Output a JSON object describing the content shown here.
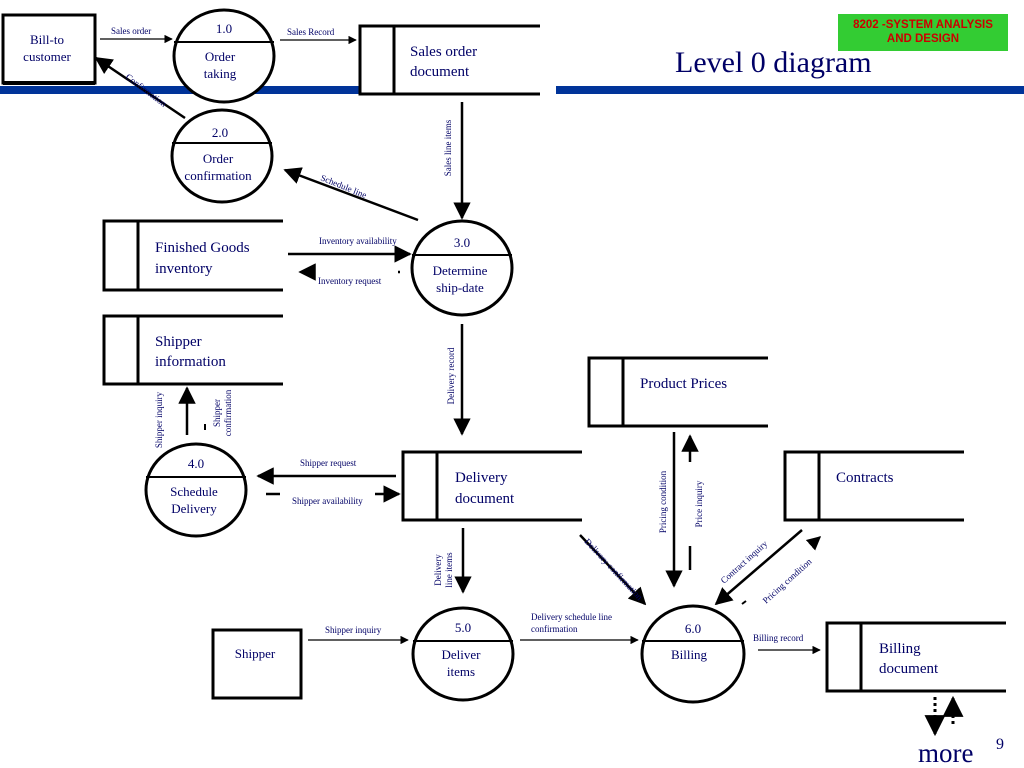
{
  "slide": {
    "title": "Level 0 diagram",
    "badge_line1": "8202 -SYSTEM ANALYSIS",
    "badge_line2": "AND DESIGN",
    "more_label": "more",
    "page_number_fragment": "9"
  },
  "entities": {
    "bill_to_l1": "Bill-to",
    "bill_to_l2": "customer",
    "shipper": "Shipper"
  },
  "processes": {
    "p1": {
      "num": "1.0",
      "l1": "Order",
      "l2": "taking"
    },
    "p2": {
      "num": "2.0",
      "l1": "Order",
      "l2": "confirmation"
    },
    "p3": {
      "num": "3.0",
      "l1": "Determine",
      "l2": "ship-date"
    },
    "p4": {
      "num": "4.0",
      "l1": "Schedule",
      "l2": "Delivery"
    },
    "p5": {
      "num": "5.0",
      "l1": "Deliver",
      "l2": "items"
    },
    "p6": {
      "num": "6.0",
      "l1": "Billing",
      "l2": ""
    }
  },
  "stores": {
    "sales_order_l1": "Sales order",
    "sales_order_l2": "document",
    "finished_l1": "Finished Goods",
    "finished_l2": "inventory",
    "shipper_info_l1": "Shipper",
    "shipper_info_l2": "information",
    "product_prices": "Product Prices",
    "delivery_l1": "Delivery",
    "delivery_l2": "document",
    "contracts": "Contracts",
    "billing_l1": "Billing",
    "billing_l2": "document"
  },
  "flows": {
    "sales_order": "Sales order",
    "sales_record": "Sales Record",
    "confirmation": "Confirmation",
    "schedule_line": "Schedule line",
    "sales_line_items": "Sales line items",
    "inventory_availability": "Inventory availability",
    "inventory_request": "Inventory request",
    "delivery_record": "Delivery record",
    "shipper_inquiry_v": "Shipper inquiry",
    "shipper_confirmation_l1": "Shipper",
    "shipper_confirmation_l2": "confirmation",
    "shipper_request": "Shipper request",
    "shipper_availability": "Shipper availability",
    "delivery_line_items_l1": "Delivery",
    "delivery_line_items_l2": "line items",
    "shipper_inquiry_h": "Shipper inquiry",
    "delivery_schedule_l1": "Delivery schedule line",
    "delivery_schedule_l2": "confirmation",
    "delivery_confirmation": "Delivery confirmation",
    "pricing_condition_v": "Pricing condition",
    "price_inquiry": "Price inquiry",
    "contract_inquiry": "Contract inquiry",
    "pricing_condition_d": "Pricing condition",
    "billing_record": "Billing record"
  },
  "colors": {
    "header_band": "#003399",
    "badge_bg": "#33cc33",
    "badge_text": "#cc0000",
    "text": "#000066",
    "lines": "#000000"
  }
}
